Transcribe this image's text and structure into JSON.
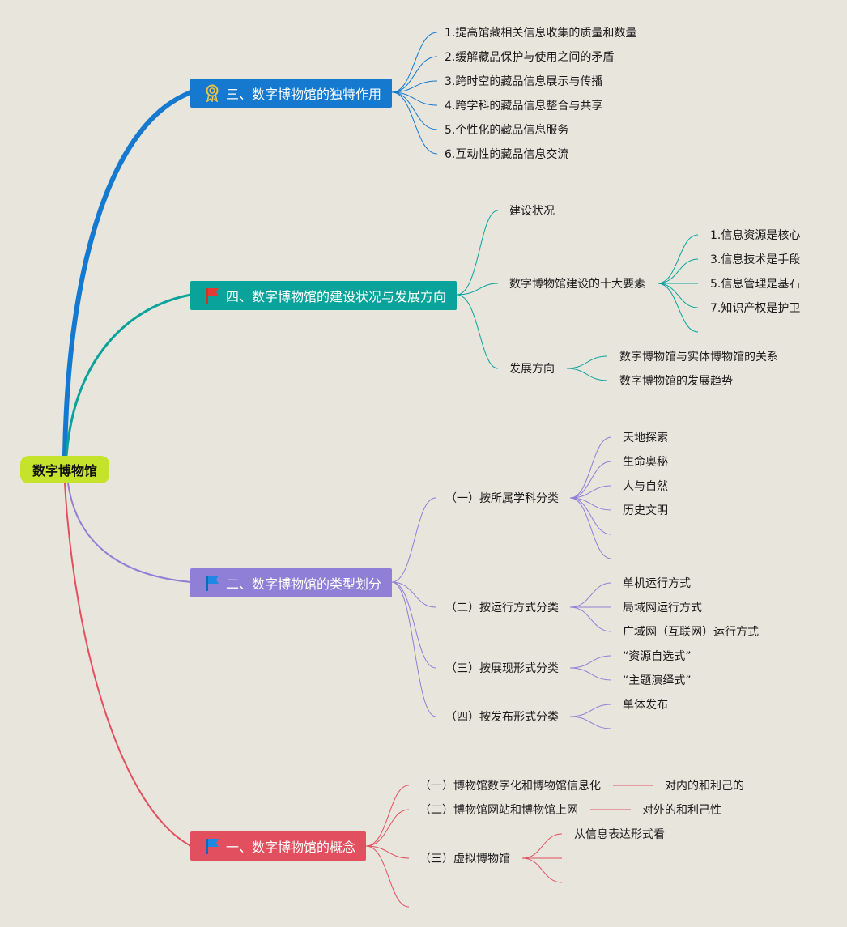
{
  "root": {
    "title": "数字博物馆"
  },
  "branches": {
    "b3": {
      "title": "三、数字博物馆的独特作用",
      "icon": "award-ribbon-icon",
      "color": "#1479cf",
      "items": [
        "1.提高馆藏相关信息收集的质量和数量",
        "2.缓解藏品保护与使用之间的矛盾",
        "3.跨时空的藏品信息展示与传播",
        "4.跨学科的藏品信息整合与共享",
        "5.个性化的藏品信息服务",
        "6.互动性的藏品信息交流"
      ]
    },
    "b4": {
      "title": "四、数字博物馆的建设状况与发展方向",
      "icon": "red-flag-icon",
      "color": "#0aa39b",
      "status": "建设状况",
      "elements": {
        "label": "数字博物馆建设的十大要素",
        "items": [
          "1.信息资源是核心",
          "3.信息技术是手段",
          "5.信息管理是基石",
          "7.知识产权是护卫"
        ]
      },
      "direction": {
        "label": "发展方向",
        "items": [
          "数字博物馆与实体博物馆的关系",
          "数字博物馆的发展趋势"
        ]
      }
    },
    "b2": {
      "title": "二、数字博物馆的类型划分",
      "icon": "blue-flag-icon",
      "color": "#8f7fd6",
      "groups": [
        {
          "label": "（一）按所属学科分类",
          "items": [
            "天地探索",
            "生命奥秘",
            "人与自然",
            "历史文明"
          ]
        },
        {
          "label": "（二）按运行方式分类",
          "items": [
            "单机运行方式",
            "局域网运行方式",
            "广域网（互联网）运行方式"
          ]
        },
        {
          "label": "（三）按展现形式分类",
          "items": [
            "“资源自选式”",
            "“主题演绎式”"
          ]
        },
        {
          "label": "（四）按发布形式分类",
          "items": [
            "单体发布"
          ]
        }
      ]
    },
    "b1": {
      "title": "一、数字博物馆的概念",
      "icon": "blue-flag-icon",
      "color": "#e2505f",
      "sub1": {
        "label": "（一）博物馆数字化和博物馆信息化",
        "note": "对内的和利己的"
      },
      "sub2": {
        "label": "（二）博物馆网站和博物馆上网",
        "note": "对外的和利己性"
      },
      "sub3": {
        "label": "（三）虚拟博物馆",
        "items": [
          "从信息表达形式看"
        ]
      }
    }
  }
}
